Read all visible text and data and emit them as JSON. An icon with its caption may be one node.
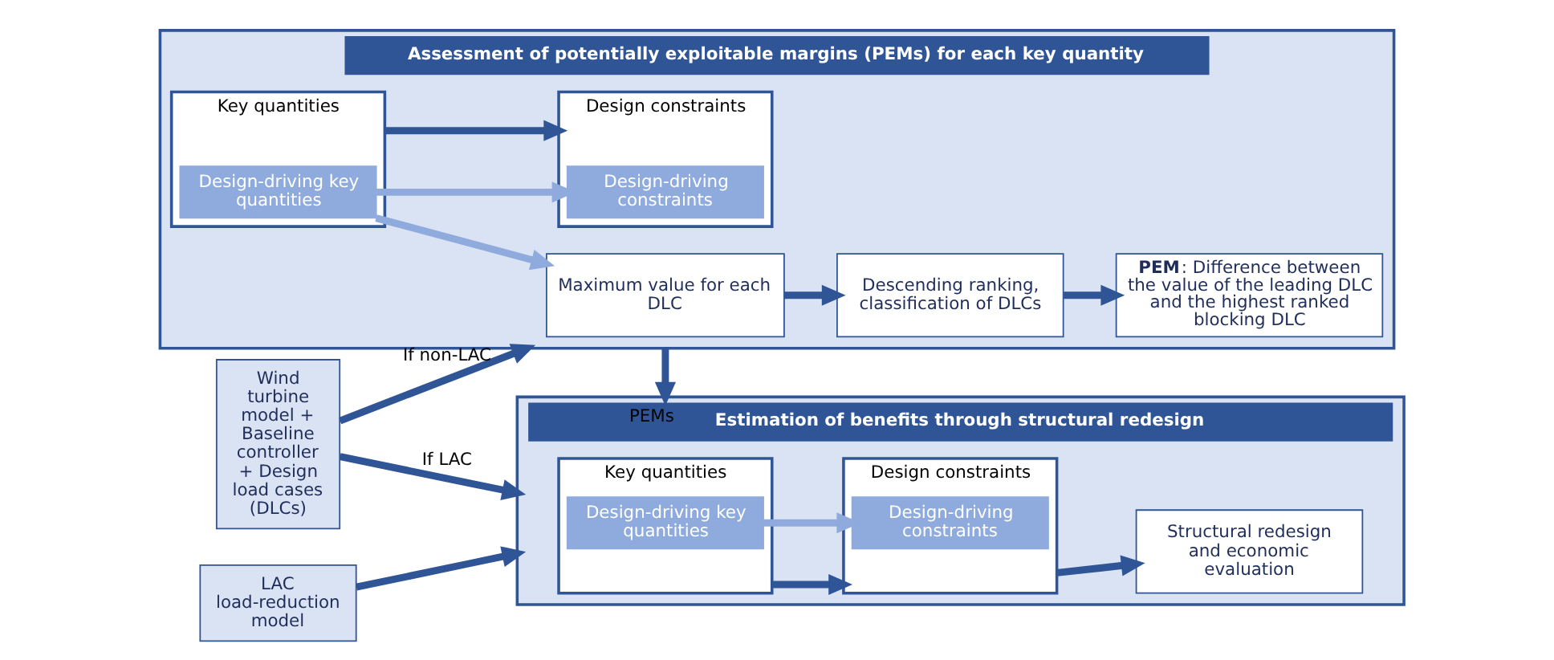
{
  "diagram": {
    "nodes": [
      {
        "text": [
          "Wind turbine model + Baseline controller + Design load cases (DLCs)"
        ]
      },
      {
        "text": [
          "LAC load-reduction model"
        ]
      },
      {
        "text": [
          "Assessment of potentially exploitable margins (PEMs) for each key quantity"
        ]
      },
      {
        "text": [
          "Maximum value for each DLC"
        ],
        "in": 2
      },
      {
        "text": [
          "Descending ranking, classification of DLCs"
        ],
        "in": 2
      },
      {
        "text": [
          "**PEM**: Difference between the value of the leading DLC and the highest ranked blocking DLC"
        ],
        "in": 2
      },
      {
        "text": [
          "Key quantities"
        ],
        "in": 2
      },
      {
        "text": [
          "Design-driving key quantities"
        ],
        "in": 6
      },
      {
        "text": [
          "Design constraints"
        ],
        "in": 2
      },
      {
        "text": [
          "Design-driving constraints"
        ],
        "in": 8
      },
      {
        "text": [
          "Estimation of benefits through structural redesign"
        ]
      },
      {
        "text": [
          "Key quantities"
        ],
        "in": 10
      },
      {
        "text": [
          "Design-driving key quantities"
        ],
        "in": 11
      },
      {
        "text": [
          "Design constraints"
        ],
        "in": 10
      },
      {
        "text": [
          "Design-driving constraints"
        ],
        "in": 13
      },
      {
        "text": [
          "Structural redesign and economic evaluation"
        ],
        "in": 10
      }
    ],
    "edges": [
      {
        "from": 0,
        "to": 2,
        "arrow": "to",
        "label": "If non-LAC"
      },
      {
        "from": 0,
        "to": 10,
        "arrow": "to",
        "label": "If LAC"
      },
      {
        "from": 1,
        "to": 10,
        "arrow": "to"
      },
      {
        "from": 3,
        "to": 4,
        "arrow": "to"
      },
      {
        "from": 4,
        "to": 5,
        "arrow": "to"
      },
      {
        "from": 6,
        "to": 8,
        "arrow": "to"
      },
      {
        "from": 7,
        "to": 3,
        "arrow": "to",
        "color": "#8faadc"
      },
      {
        "from": 7,
        "to": 9,
        "arrow": "to",
        "color": "#8faadc"
      },
      {
        "from": 2,
        "to": 10,
        "arrow": "to",
        "label": "PEMs"
      },
      {
        "from": 11,
        "to": 13,
        "arrow": "to"
      },
      {
        "from": 12,
        "to": 14,
        "arrow": "to",
        "color": "#8faadc"
      },
      {
        "from": 13,
        "to": 15,
        "arrow": "to"
      }
    ]
  }
}
